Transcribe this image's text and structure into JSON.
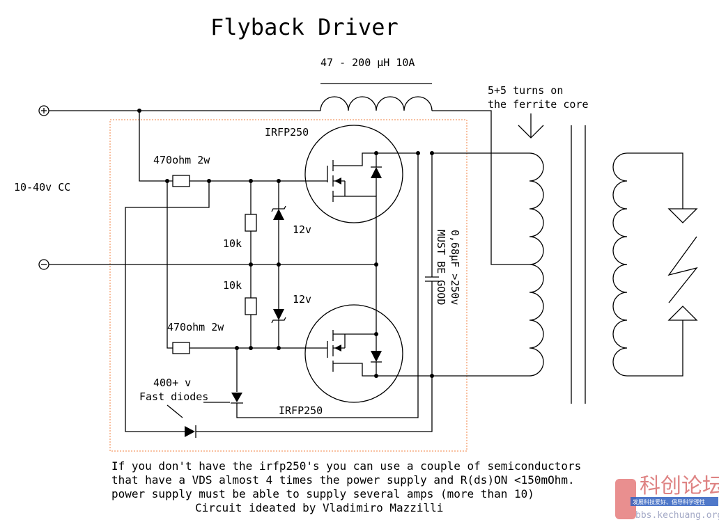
{
  "title": "Flyback Driver",
  "labels": {
    "inductor": "47 - 200 µH 10A",
    "turns_line1": "5+5 turns on",
    "turns_line2": "the ferrite core",
    "supply": "10-40v CC",
    "mosfet_top": "IRFP250",
    "mosfet_bottom": "IRFP250",
    "res_top": "470ohm 2w",
    "res_bottom": "470ohm 2w",
    "res_10k_top": "10k",
    "res_10k_bottom": "10k",
    "zener_top": "12v",
    "zener_bottom": "12v",
    "cap_line1": "0,68µF >250v",
    "cap_line2": "MUST BE GOOD",
    "diode_line1": "400+ v",
    "diode_line2": "Fast diodes",
    "plus_symbol": "+",
    "minus_symbol": "−"
  },
  "notes": [
    "If you don't have the irfp250's you can use a couple of semiconductors",
    "that have a VDS almost 4 times the power supply and R(ds)ON <150mOhm.",
    "power supply must be able to supply several amps (more than 10)",
    "Circuit ideated by Vladimiro Mazzilli"
  ],
  "watermark": {
    "brand": "科创论坛",
    "slogan": "发展科技爱好、倡导科学理性",
    "url": "bbs.kechuang.org"
  },
  "colors": {
    "ink": "#000000",
    "dashed_border": "#f08040",
    "watermark_red": "#d45a5a",
    "watermark_blue": "#3060c0"
  }
}
